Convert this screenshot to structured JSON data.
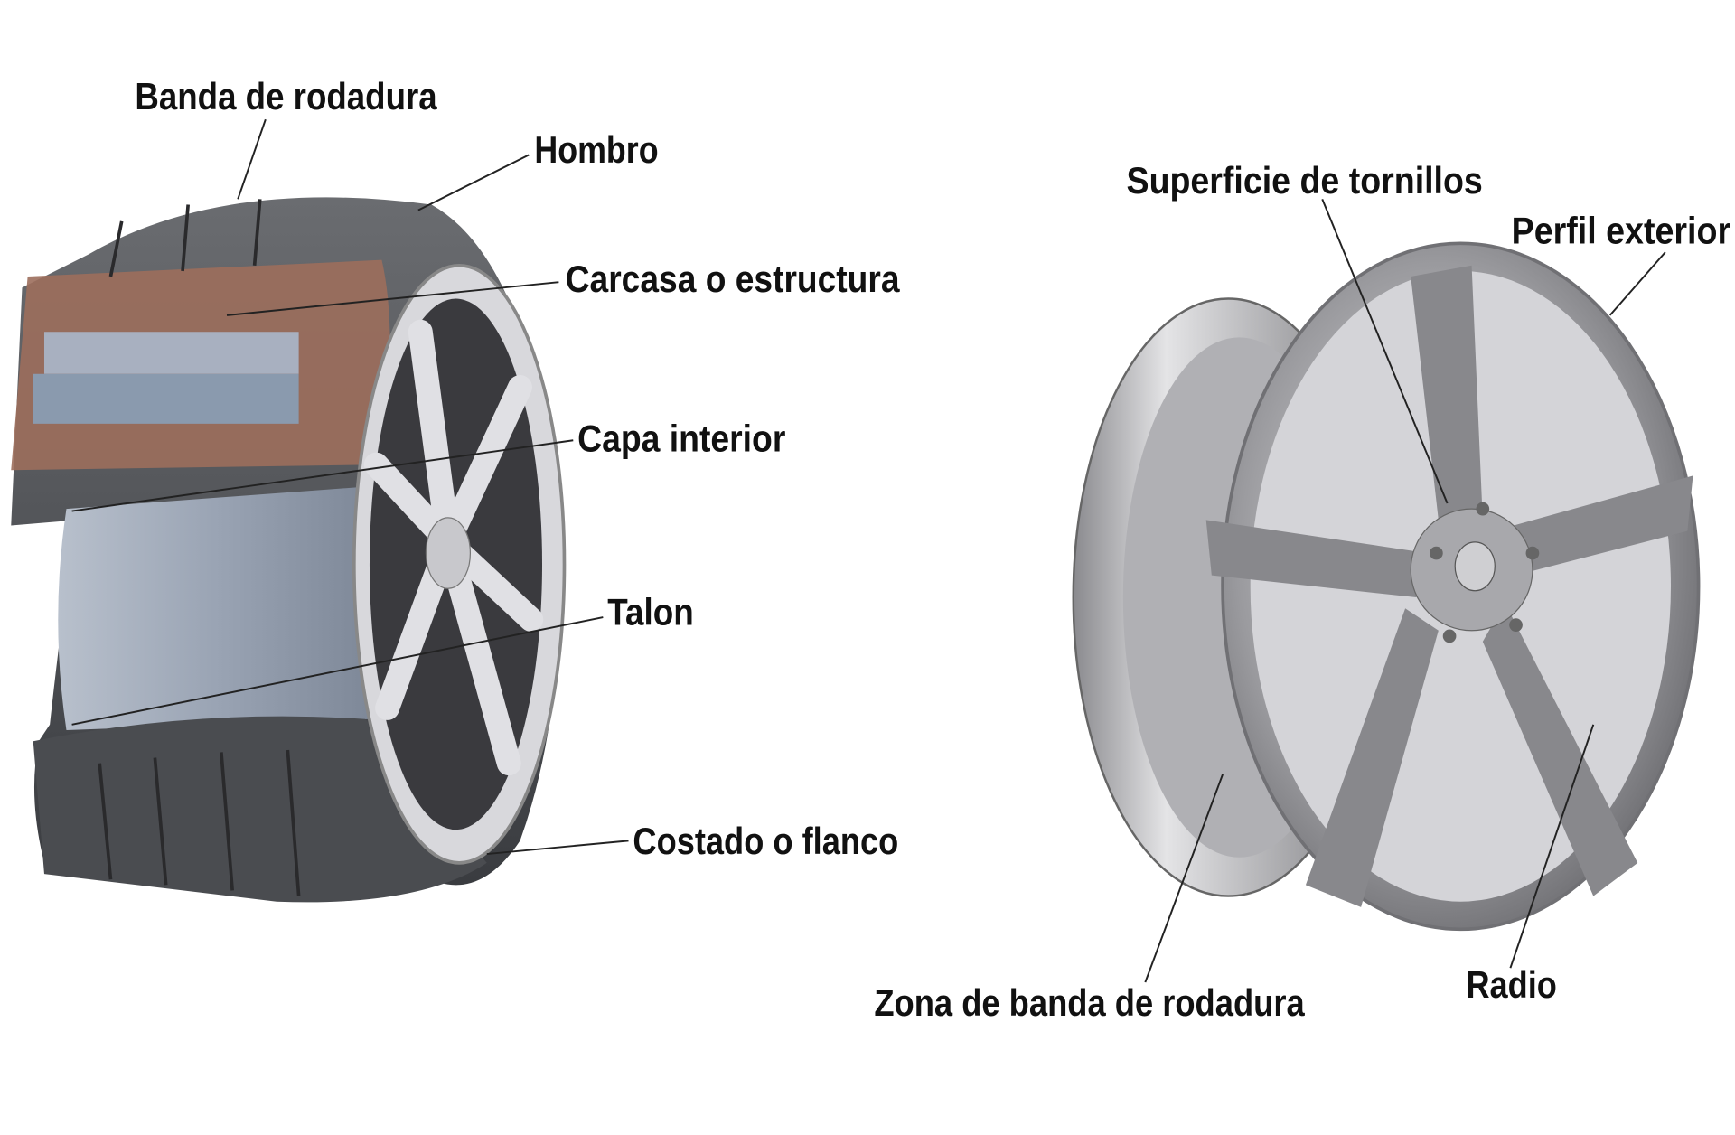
{
  "tire": {
    "labels": {
      "tread": "Banda de rodadura",
      "shoulder": "Hombro",
      "carcass": "Carcasa o estructura",
      "inner_liner": "Capa interior",
      "bead": "Talon",
      "sidewall": "Costado o flanco"
    }
  },
  "wheel": {
    "labels": {
      "bolt_surface": "Superficie de tornillos",
      "outer_profile": "Perfil exterior",
      "tread_zone": "Zona de banda de rodadura",
      "spoke": "Radio"
    }
  }
}
